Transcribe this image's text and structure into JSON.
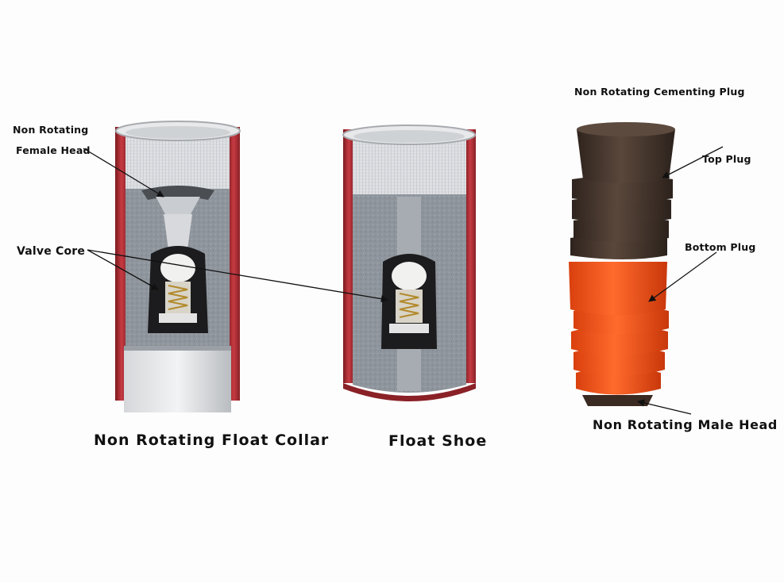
{
  "labels": {
    "non_rotating": "Non Rotating",
    "female_head": "Female Head",
    "valve_core": "Valve Core",
    "plug_title": "Non Rotating Cementing Plug",
    "top_plug": "Top Plug",
    "bottom_plug": "Bottom Plug",
    "male_head": "Non Rotating Male Head"
  },
  "captions": {
    "float_collar": "Non Rotating Float Collar",
    "float_shoe": "Float Shoe"
  },
  "colors": {
    "casing_red": "#b8323a",
    "cement_gray": "#8e949b",
    "top_plug_brown": "#4a3a30",
    "bottom_plug_orange": "#f0521c"
  }
}
